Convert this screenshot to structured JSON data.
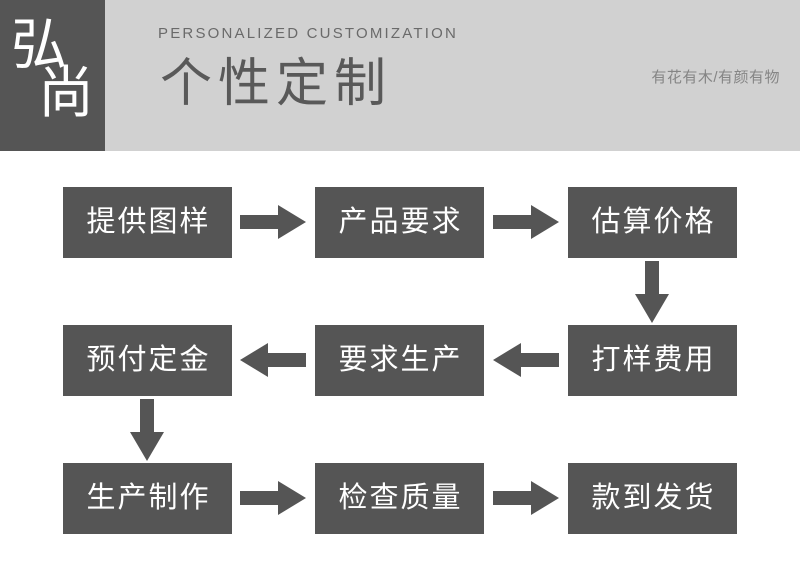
{
  "header": {
    "logo_text": "弘尚",
    "logo_char_1": "弘",
    "logo_char_2": "尚",
    "eyebrow": "PERSONALIZED CUSTOMIZATION",
    "title": "个性定制",
    "tagline": "有花有木/有颜有物",
    "band_color": "#d1d1d1",
    "logo_box_color": "#555555",
    "title_color": "#595959"
  },
  "flow": {
    "node_color": "#555555",
    "node_text_color": "#ffffff",
    "arrow_color": "#555555",
    "nodes": [
      {
        "id": "n1",
        "label": "提供图样",
        "row": 0,
        "col": 0
      },
      {
        "id": "n2",
        "label": "产品要求",
        "row": 0,
        "col": 1
      },
      {
        "id": "n3",
        "label": "估算价格",
        "row": 0,
        "col": 2
      },
      {
        "id": "n4",
        "label": "预付定金",
        "row": 1,
        "col": 0
      },
      {
        "id": "n5",
        "label": "要求生产",
        "row": 1,
        "col": 1
      },
      {
        "id": "n6",
        "label": "打样费用",
        "row": 1,
        "col": 2
      },
      {
        "id": "n7",
        "label": "生产制作",
        "row": 2,
        "col": 0
      },
      {
        "id": "n8",
        "label": "检查质量",
        "row": 2,
        "col": 1
      },
      {
        "id": "n9",
        "label": "款到发货",
        "row": 2,
        "col": 2
      }
    ],
    "connectors": [
      {
        "id": "a1",
        "from": "n1",
        "to": "n2",
        "direction": "right"
      },
      {
        "id": "a2",
        "from": "n2",
        "to": "n3",
        "direction": "right"
      },
      {
        "id": "a3",
        "from": "n3",
        "to": "n6",
        "direction": "down"
      },
      {
        "id": "a4",
        "from": "n6",
        "to": "n5",
        "direction": "left"
      },
      {
        "id": "a5",
        "from": "n5",
        "to": "n4",
        "direction": "left"
      },
      {
        "id": "a6",
        "from": "n4",
        "to": "n7",
        "direction": "down"
      },
      {
        "id": "a7",
        "from": "n7",
        "to": "n8",
        "direction": "right"
      },
      {
        "id": "a8",
        "from": "n8",
        "to": "n9",
        "direction": "right"
      }
    ]
  }
}
